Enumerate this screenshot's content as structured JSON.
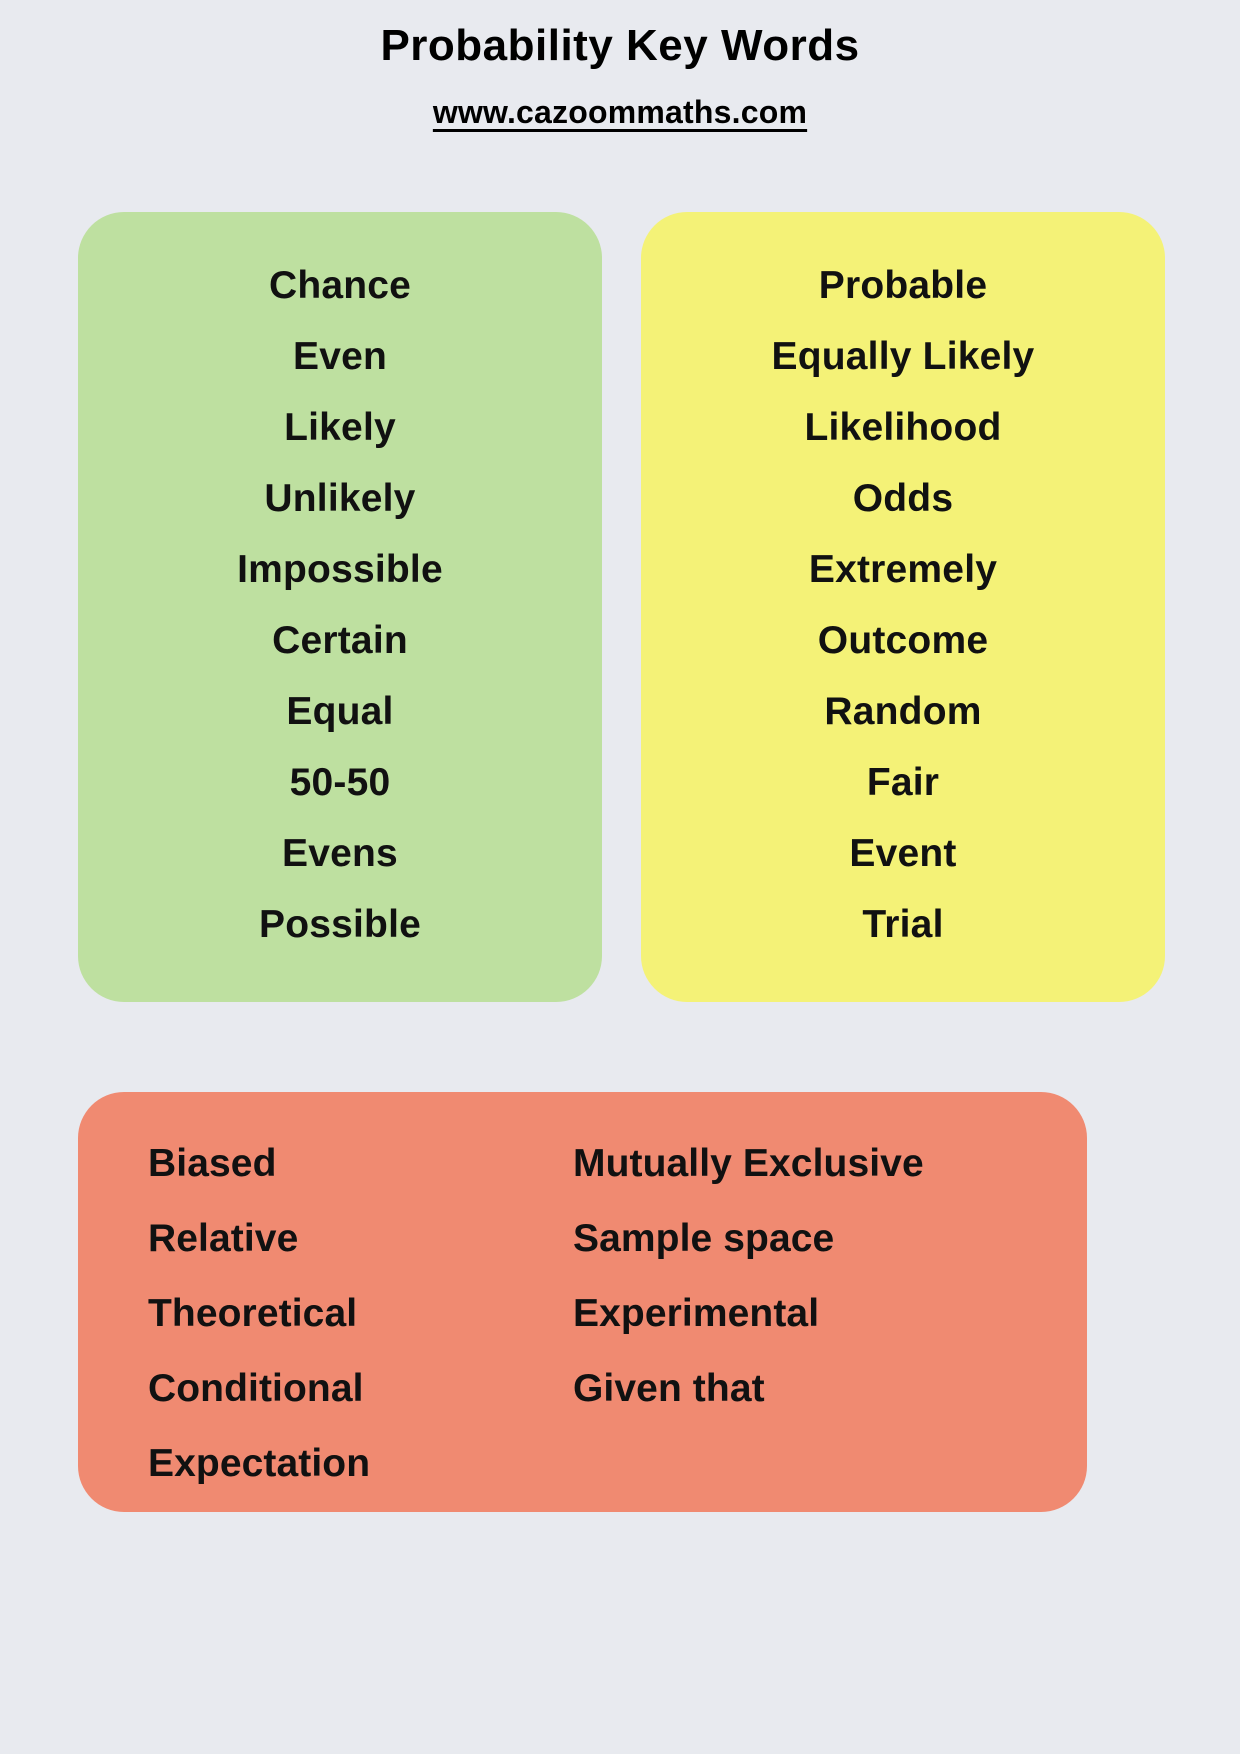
{
  "page": {
    "background_color": "#e8eaef",
    "title": "Probability Key Words",
    "subtitle": "www.cazoommaths.com"
  },
  "cards": {
    "green": {
      "name": "green-word-card",
      "color": "#bee0a0",
      "words": [
        "Chance",
        "Even",
        "Likely",
        "Unlikely",
        "Impossible",
        "Certain",
        "Equal",
        "50-50",
        "Evens",
        "Possible"
      ]
    },
    "yellow": {
      "name": "yellow-word-card",
      "color": "#f4f277",
      "words": [
        "Probable",
        "Equally Likely",
        "Likelihood",
        "Odds",
        "Extremely",
        "Outcome",
        "Random",
        "Fair",
        "Event",
        "Trial"
      ]
    },
    "orange": {
      "name": "orange-word-card",
      "color": "#f08a71",
      "left_words": [
        "Biased",
        "Relative",
        "Theoretical",
        "Conditional",
        "Expectation"
      ],
      "right_words": [
        "Mutually Exclusive",
        "Sample space",
        "Experimental",
        "Given that"
      ]
    }
  }
}
